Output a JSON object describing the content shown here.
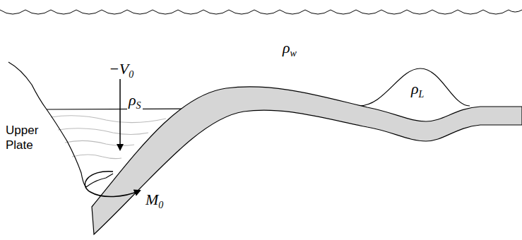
{
  "diagram": {
    "labels": [
      "ρw",
      "−V0",
      "ρL",
      "ρS",
      "Upper Plate",
      "M0"
    ]
  }
}
